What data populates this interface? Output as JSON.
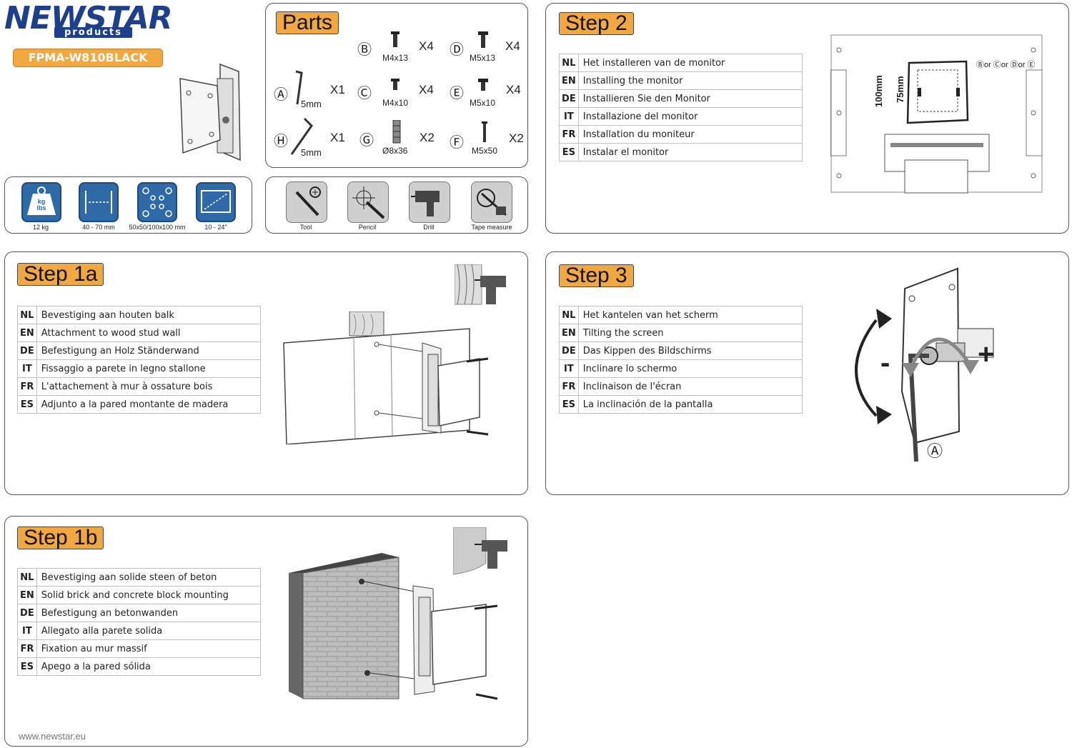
{
  "brand": {
    "logo_main": "NEWSTAR",
    "logo_sub": "products",
    "model": "FPMA-W810BLACK",
    "website": "www.newstar.eu"
  },
  "specs": [
    {
      "icon": "weight-icon",
      "icon_text_1": "kg",
      "icon_text_2": "lbs",
      "label": "12 kg"
    },
    {
      "icon": "distance-icon",
      "label": "40 - 70 mm"
    },
    {
      "icon": "vesa-pattern-icon",
      "label": "50x50/100x100 mm"
    },
    {
      "icon": "screen-size-icon",
      "label": "10 - 24\""
    }
  ],
  "parts": {
    "title": "Parts",
    "items": [
      {
        "letter": "Ⓐ",
        "size": "5mm",
        "qty": "X1"
      },
      {
        "letter": "Ⓑ",
        "size": "M4x13",
        "qty": "X4"
      },
      {
        "letter": "Ⓒ",
        "size": "M4x10",
        "qty": "X4"
      },
      {
        "letter": "Ⓓ",
        "size": "M5x13",
        "qty": "X4"
      },
      {
        "letter": "Ⓔ",
        "size": "M5x10",
        "qty": "X4"
      },
      {
        "letter": "Ⓕ",
        "size": "M5x50",
        "qty": "X2"
      },
      {
        "letter": "Ⓖ",
        "size": "Ø8x36",
        "qty": "X2"
      },
      {
        "letter": "Ⓗ",
        "size": "5mm",
        "qty": "X1"
      }
    ]
  },
  "tools": [
    {
      "icon": "screwdriver-icon",
      "label": "Tool"
    },
    {
      "icon": "pencil-icon",
      "label": "Pencil"
    },
    {
      "icon": "drill-icon",
      "label": "Drill"
    },
    {
      "icon": "tape-measure-icon",
      "label": "Tape measure"
    }
  ],
  "step2": {
    "title": "Step 2",
    "rows": [
      {
        "code": "NL",
        "text": "Het installeren van de monitor"
      },
      {
        "code": "EN",
        "text": "Installing the monitor"
      },
      {
        "code": "DE",
        "text": "Installieren Sie den Monitor"
      },
      {
        "code": "IT",
        "text": "Installazione del monitor"
      },
      {
        "code": "FR",
        "text": "Installation du moniteur"
      },
      {
        "code": "ES",
        "text": "Instalar el monitor"
      }
    ],
    "dim_outer": "100mm",
    "dim_inner": "75mm",
    "screw_label": "Ⓑor Ⓒor Ⓓor Ⓔ"
  },
  "step1a": {
    "title": "Step 1a",
    "rows": [
      {
        "code": "NL",
        "text": "Bevestiging aan houten balk"
      },
      {
        "code": "EN",
        "text": "Attachment to wood stud wall"
      },
      {
        "code": "DE",
        "text": "Befestigung an Holz Ständerwand"
      },
      {
        "code": "IT",
        "text": "Fissaggio a parete in legno stallone"
      },
      {
        "code": "FR",
        "text": "L'attachement à mur à ossature bois"
      },
      {
        "code": "ES",
        "text": "Adjunto a la pared montante de madera"
      }
    ]
  },
  "step3": {
    "title": "Step 3",
    "rows": [
      {
        "code": "NL",
        "text": "Het kantelen van het scherm"
      },
      {
        "code": "EN",
        "text": "Tilting the screen"
      },
      {
        "code": "DE",
        "text": "Das Kippen des Bildschirms"
      },
      {
        "code": "IT",
        "text": "Inclinare lo schermo"
      },
      {
        "code": "FR",
        "text": "Inclinaison de l'écran"
      },
      {
        "code": "ES",
        "text": "La inclinación de la pantalla"
      }
    ],
    "minus": "-",
    "plus": "+",
    "part_ref": "Ⓐ"
  },
  "step1b": {
    "title": "Step 1b",
    "rows": [
      {
        "code": "NL",
        "text": "Bevestiging aan solide steen of beton"
      },
      {
        "code": "EN",
        "text": "Solid brick and concrete block mounting"
      },
      {
        "code": "DE",
        "text": "Befestigung an betonwanden"
      },
      {
        "code": "IT",
        "text": "Allegato alla parete solida"
      },
      {
        "code": "FR",
        "text": "Fixation au mur massif"
      },
      {
        "code": "ES",
        "text": "Apego a la pared sólida"
      }
    ]
  },
  "colors": {
    "accent": "#f2a840",
    "spec_blue": "#2e6aa8",
    "logo_blue": "#1d3f8c"
  }
}
